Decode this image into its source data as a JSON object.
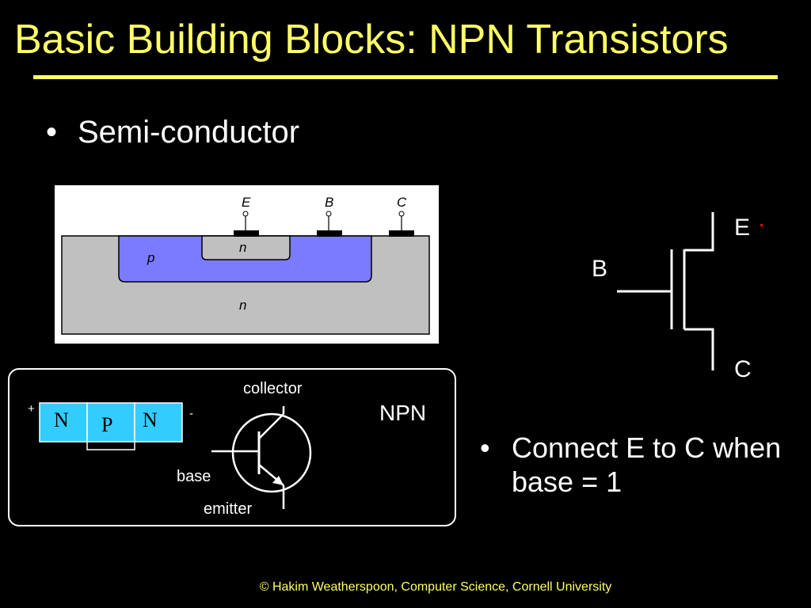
{
  "slide": {
    "title": "Basic Building Blocks: NPN Transistors",
    "bullet_char": "•",
    "bullet1": "Semi-conductor",
    "bullet2_line1": "Connect E to C when",
    "bullet2_line2": "base = 1",
    "footer": "© Hakim Weatherspoon, Computer Science, Cornell University"
  },
  "cross_section": {
    "terminal_e": "E",
    "terminal_b": "B",
    "terminal_c": "C",
    "region_p": "p",
    "region_n_top": "n",
    "region_n_bottom": "n",
    "colors": {
      "n_region": "#c0c0c0",
      "p_region": "#7b7bff",
      "background": "#ffffff"
    }
  },
  "switch_symbol": {
    "label_e": "E",
    "label_b": "B",
    "label_c": "C",
    "marker_color": "#ff0000"
  },
  "npn_panel": {
    "plus": "+",
    "minus": "-",
    "block_left": "N",
    "block_mid": "P",
    "block_right": "N",
    "label_collector": "collector",
    "label_base": "base",
    "label_emitter": "emitter",
    "label_npn": "NPN",
    "block_color": "#33ccff"
  },
  "colors": {
    "title": "#ffff66",
    "background": "#000000",
    "text": "#ffffff"
  }
}
